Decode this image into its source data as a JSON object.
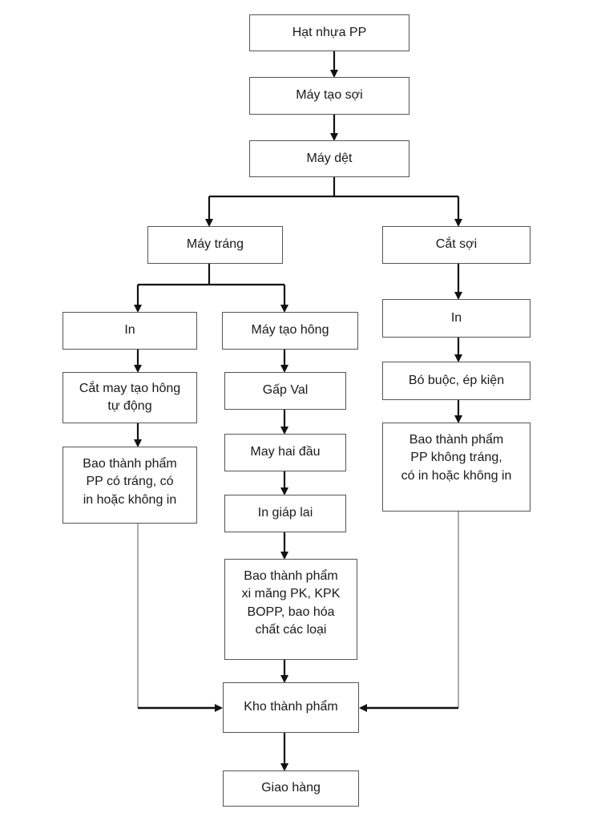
{
  "nodes": {
    "hat_nhua": "Hạt nhựa PP",
    "may_tao_soi": "Máy tạo sợi",
    "may_det": "Máy dệt",
    "may_trang": "Máy tráng",
    "cat_soi": "Cắt sợi",
    "in_left": "In",
    "may_tao_hong": "Máy tạo hông",
    "in_right": "In",
    "cat_may": "Cắt may tạo hông\ntự động",
    "gap_val": "Gấp Val",
    "bo_buoc": "Bó buộc, ép kiện",
    "may_hai_dau": "May hai đầu",
    "bao_pp_trang": "Bao thành phẩm\nPP có tráng,  có\nin hoặc không in",
    "in_giap_lai": "In giáp lai",
    "bao_pp_khong_trang": "Bao thành phẩm\nPP không tráng,\ncó in hoặc không in",
    "bao_xi_mang": "Bao thành phẩm\nxi măng PK, KPK\nBOPP, bao hóa\nchất các loại",
    "kho": "Kho thành phẩm",
    "giao_hang": "Giao hàng"
  }
}
